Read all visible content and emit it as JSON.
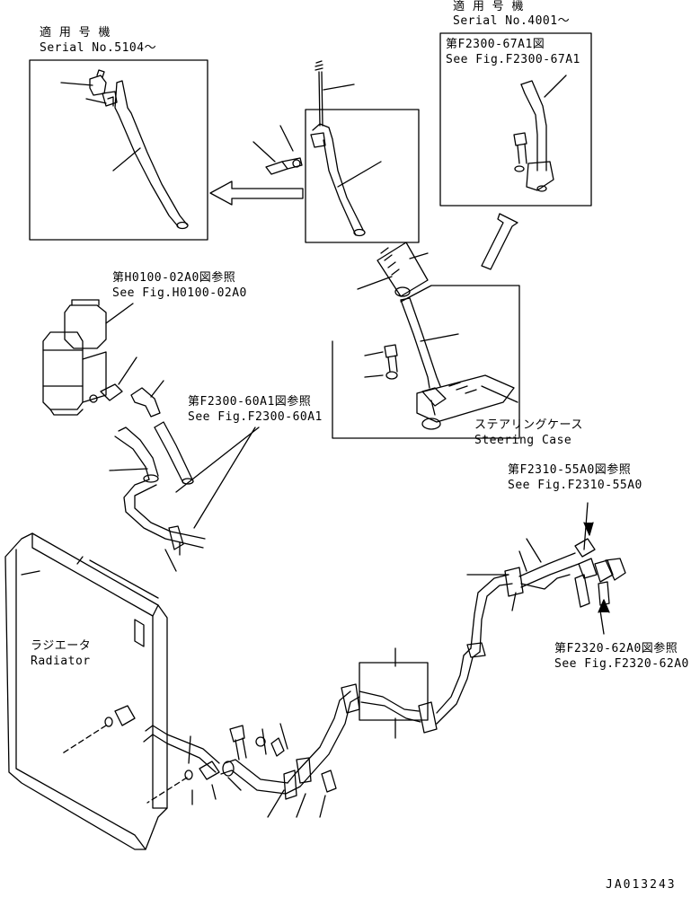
{
  "serial_left": {
    "jp": "適 用 号 機",
    "en": "Serial No.5104～"
  },
  "serial_right": {
    "jp": "適 用 号 機",
    "en": "Serial No.4001～"
  },
  "ref_f2300_67a1": {
    "jp": "第F2300-67A1図",
    "en": "See Fig.F2300-67A1"
  },
  "ref_h0100_02a0": {
    "jp": "第H0100-02A0図参照",
    "en": "See Fig.H0100-02A0"
  },
  "ref_f2300_60a1": {
    "jp": "第F2300-60A1図参照",
    "en": "See Fig.F2300-60A1"
  },
  "ref_f2310_55a0": {
    "jp": "第F2310-55A0図参照",
    "en": "See Fig.F2310-55A0"
  },
  "ref_f2320_62a0": {
    "jp": "第F2320-62A0図参照",
    "en": "See Fig.F2320-62A0"
  },
  "steering_case": {
    "jp": "ステアリングケース",
    "en": "Steering Case"
  },
  "radiator": {
    "jp": "ラジエータ",
    "en": "Radiator"
  },
  "drawing_id": "JA013243",
  "colors": {
    "line": "#000000",
    "background": "#ffffff"
  }
}
